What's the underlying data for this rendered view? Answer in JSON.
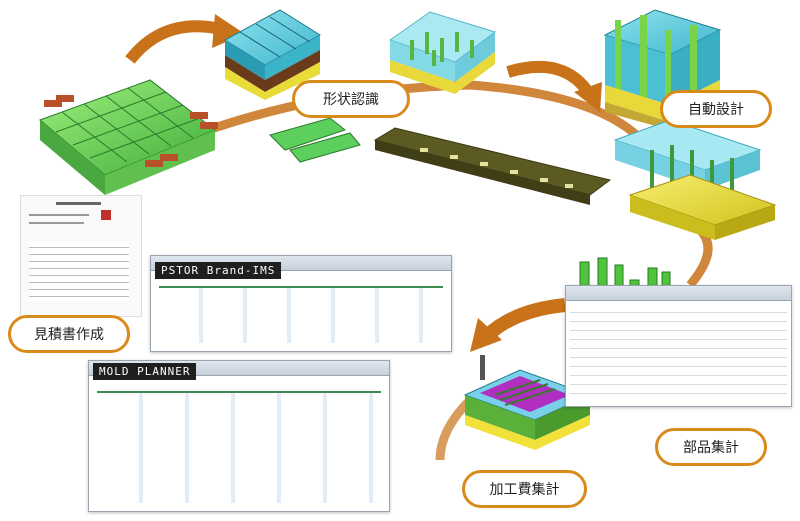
{
  "diagram": {
    "steps": [
      {
        "id": "shape",
        "label": "形状認識"
      },
      {
        "id": "auto",
        "label": "自動設計"
      },
      {
        "id": "parts",
        "label": "部品集計"
      },
      {
        "id": "machining",
        "label": "加工費集計"
      },
      {
        "id": "quote",
        "label": "見積書作成"
      }
    ]
  },
  "windows": {
    "upper_title": "PSTOR Brand-IMS",
    "lower_title": "MOLD PLANNER"
  },
  "colors": {
    "arrow": "#c8721a",
    "label_border": "#d88a1a",
    "mold_green": "#6ad05a",
    "mold_cyan": "#5fc8d8",
    "mold_yellow": "#e8d840"
  }
}
